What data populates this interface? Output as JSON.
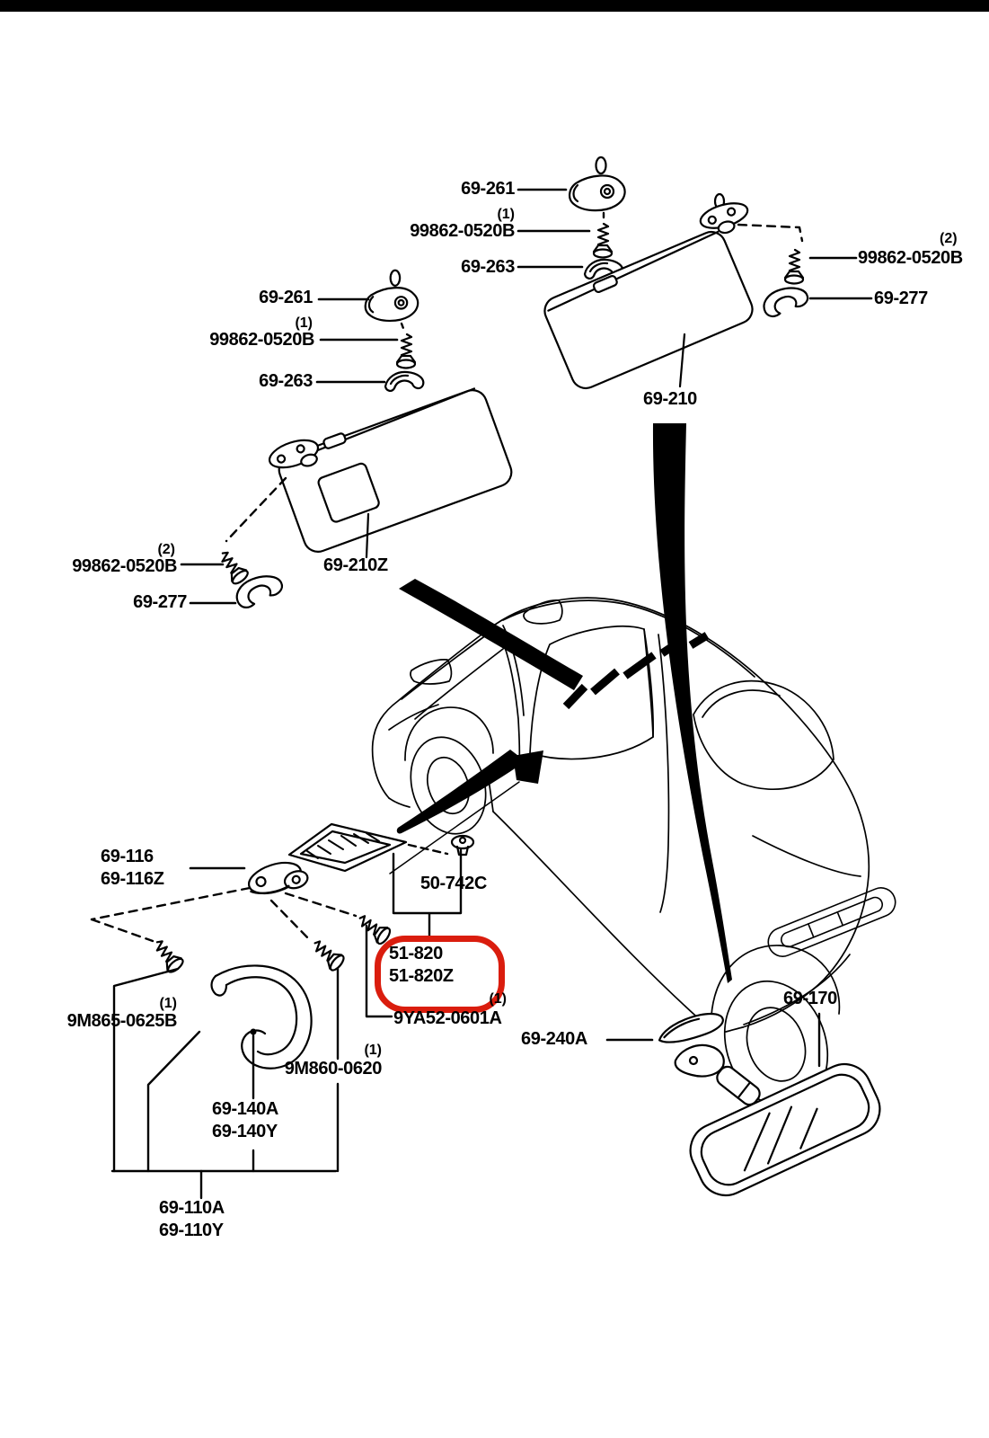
{
  "page": {
    "background": "#ffffff",
    "line_color": "#000000",
    "highlight_color": "#da1d0e",
    "top_bar_present": true
  },
  "diagram": {
    "kind": "vehicle-parts-catalog-figure",
    "subject": "interior sun visors, holders and mirrors with part number callouts",
    "vehicle_view": "coupe rear three-quarter line drawing"
  },
  "highlight": {
    "shape": "rounded-rectangle-outline",
    "color": "#da1d0e",
    "circled_parts": [
      "51-820",
      "51-820Z"
    ]
  },
  "callouts": [
    {
      "id": "69-261-upper",
      "text": "69-261"
    },
    {
      "id": "qty-1-upper",
      "text": "(1)"
    },
    {
      "id": "99862-0520B-upper",
      "text": "99862-0520B"
    },
    {
      "id": "69-263-upper",
      "text": "69-263"
    },
    {
      "id": "qty-2-right",
      "text": "(2)"
    },
    {
      "id": "99862-0520B-right",
      "text": "99862-0520B"
    },
    {
      "id": "69-277-right",
      "text": "69-277"
    },
    {
      "id": "69-210",
      "text": "69-210"
    },
    {
      "id": "69-261-left",
      "text": "69-261"
    },
    {
      "id": "qty-1-left",
      "text": "(1)"
    },
    {
      "id": "99862-0520B-left",
      "text": "99862-0520B"
    },
    {
      "id": "69-263-left",
      "text": "69-263"
    },
    {
      "id": "qty-2-lower-left",
      "text": "(2)"
    },
    {
      "id": "99862-0520B-lower-left",
      "text": "99862-0520B"
    },
    {
      "id": "69-277-left",
      "text": "69-277"
    },
    {
      "id": "69-210Z",
      "text": "69-210Z"
    },
    {
      "id": "69-116",
      "text": "69-116"
    },
    {
      "id": "69-116Z",
      "text": "69-116Z"
    },
    {
      "id": "50-742C",
      "text": "50-742C"
    },
    {
      "id": "51-820",
      "text": "51-820"
    },
    {
      "id": "51-820Z",
      "text": "51-820Z"
    },
    {
      "id": "qty-1-9ya52",
      "text": "(1)"
    },
    {
      "id": "9YA52-0601A",
      "text": "9YA52-0601A"
    },
    {
      "id": "qty-1-9m865",
      "text": "(1)"
    },
    {
      "id": "9M865-0625B",
      "text": "9M865-0625B"
    },
    {
      "id": "qty-1-9m860",
      "text": "(1)"
    },
    {
      "id": "9M860-0620",
      "text": "9M860-0620"
    },
    {
      "id": "69-140A",
      "text": "69-140A"
    },
    {
      "id": "69-140Y",
      "text": "69-140Y"
    },
    {
      "id": "69-110A",
      "text": "69-110A"
    },
    {
      "id": "69-110Y",
      "text": "69-110Y"
    },
    {
      "id": "69-240A",
      "text": "69-240A"
    },
    {
      "id": "69-170",
      "text": "69-170"
    }
  ]
}
